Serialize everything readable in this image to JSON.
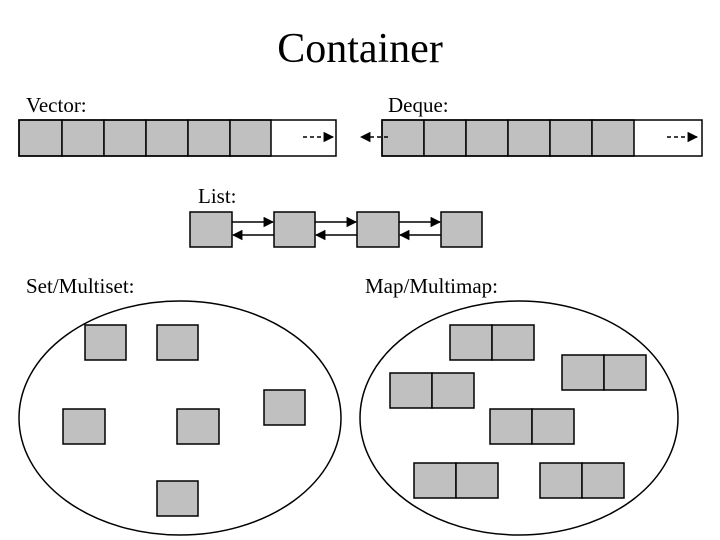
{
  "title": "Container",
  "sections": {
    "vector": "Vector:",
    "deque": "Deque:",
    "list": "List:",
    "set": "Set/Multiset:",
    "map": "Map/Multimap:"
  },
  "colors": {
    "box_fill": "#c0c0c0",
    "stroke": "#000000",
    "background": "#ffffff"
  }
}
